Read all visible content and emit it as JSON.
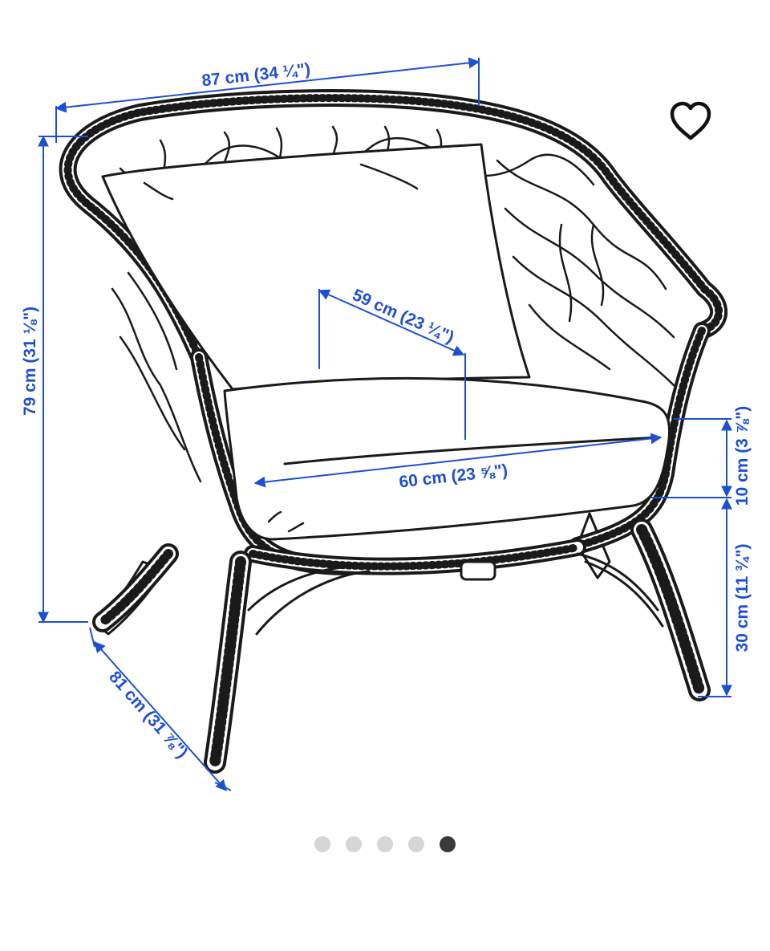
{
  "product_image": {
    "dimensions": {
      "width_label": "87 cm (34 ¼\")",
      "height_label": "79 cm (31 ⅛\")",
      "depth_label": "81 cm (31 ⅞\")",
      "seat_depth_label": "59 cm (23 ¼\")",
      "seat_width_label": "60 cm (23 ⅝\")",
      "seat_thickness_label": "10 cm (3 ⅞\")",
      "seat_height_label": "30 cm (11 ¾\")"
    },
    "accent_color": "#1e4fd1"
  },
  "favorite": {
    "icon": "heart-outline-icon"
  },
  "carousel": {
    "total": 5,
    "active_index": 4
  }
}
